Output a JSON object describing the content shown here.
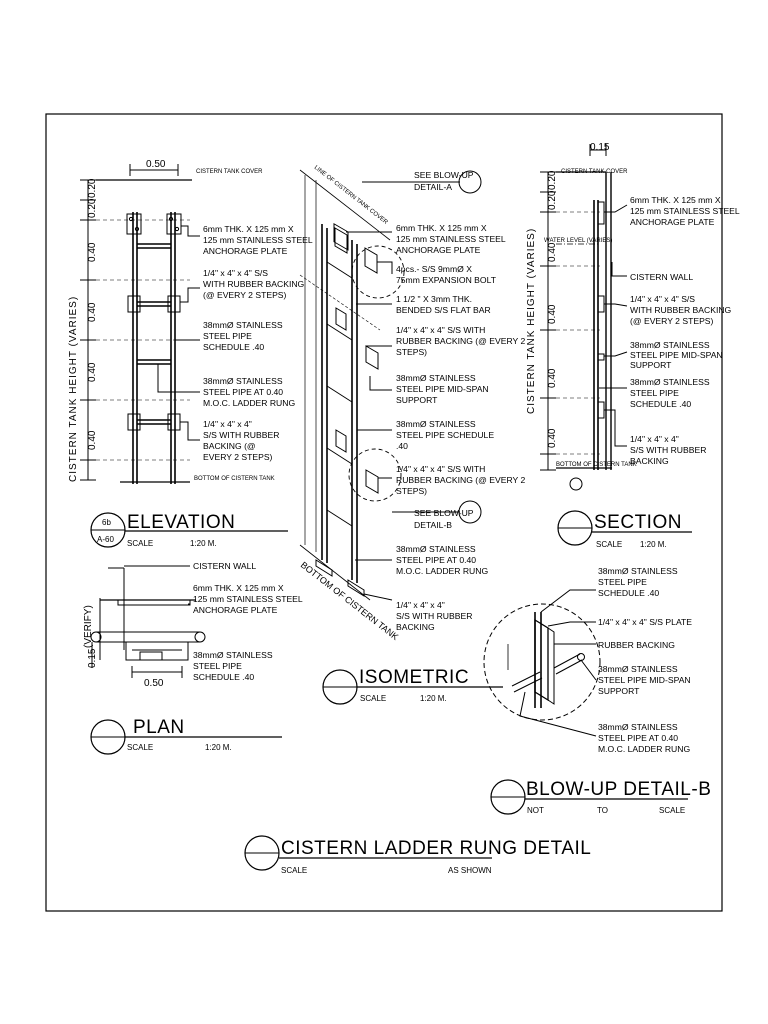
{
  "elevation": {
    "ref_top": "6b",
    "ref_bottom": "A-60",
    "title": "ELEVATION",
    "scale_label": "SCALE",
    "scale_value": "1:20 M.",
    "dim_width": "0.50",
    "height_label": "CISTERN TANK HEIGHT (VARIES)",
    "top_dims": [
      "0.20",
      "0.20"
    ],
    "step_dims": [
      "0.40",
      "0.40",
      "0.40",
      "0.40"
    ],
    "label_top": "CISTERN TANK COVER",
    "label_bottom": "BOTTOM OF CISTERN TANK",
    "notes": [
      [
        "6mm THK. X 125 mm X",
        "125 mm STAINLESS STEEL",
        "ANCHORAGE PLATE"
      ],
      [
        "1/4\" x 4\" x 4\" S/S",
        "WITH RUBBER BACKING",
        "(@ EVERY 2 STEPS)"
      ],
      [
        "38mmØ STAINLESS",
        "STEEL PIPE",
        "SCHEDULE .40"
      ],
      [
        "38mmØ STAINLESS",
        "STEEL PIPE AT 0.40",
        "M.O.C. LADDER RUNG"
      ],
      [
        "1/4\" x 4\" x 4\"",
        "S/S WITH RUBBER",
        "BACKING (@",
        "EVERY 2 STEPS)"
      ]
    ]
  },
  "plan": {
    "title": "PLAN",
    "scale_label": "SCALE",
    "scale_value": "1:20 M.",
    "dim_width": "0.50",
    "dim_depth": "0.15",
    "verify_label": "(VERIFY)",
    "notes": [
      [
        "CISTERN WALL"
      ],
      [
        "6mm THK. X 125 mm X",
        "125 mm STAINLESS STEEL",
        "ANCHORAGE PLATE"
      ],
      [
        "38mmØ STAINLESS",
        "STEEL PIPE",
        "SCHEDULE .40"
      ]
    ]
  },
  "isometric": {
    "title": "ISOMETRIC",
    "scale_label": "SCALE",
    "scale_value": "1:20 M.",
    "label_top": "LINE OF CISTERN TANK COVER",
    "label_bottom": "BOTTOM OF CISTERN TANK",
    "notes": [
      [
        "SEE BLOW-UP",
        "DETAIL-A"
      ],
      [
        "6mm THK. X 125 mm X",
        "125 mm STAINLESS STEEL",
        "ANCHORAGE PLATE"
      ],
      [
        "4pcs.- S/S 9mmØ X",
        "75mm EXPANSION BOLT"
      ],
      [
        "1 1/2 \" X 3mm THK.",
        "BENDED S/S FLAT BAR"
      ],
      [
        "1/4\" x 4\" x 4\" S/S WITH",
        "RUBBER BACKING (@ EVERY 2",
        "STEPS)"
      ],
      [
        "38mmØ STAINLESS",
        "STEEL PIPE MID-SPAN",
        "SUPPORT"
      ],
      [
        "38mmØ STAINLESS",
        "STEEL PIPE SCHEDULE",
        ".40"
      ],
      [
        "1/4\" x 4\" x 4\" S/S WITH",
        "RUBBER BACKING (@ EVERY 2",
        "STEPS)"
      ],
      [
        "SEE BLOW-UP",
        "DETAIL-B"
      ],
      [
        "38mmØ STAINLESS",
        "STEEL PIPE AT 0.40",
        "M.O.C. LADDER RUNG"
      ],
      [
        "1/4\" x 4\" x 4\"",
        "S/S WITH RUBBER",
        "BACKING"
      ]
    ]
  },
  "section": {
    "title": "SECTION",
    "scale_label": "SCALE",
    "scale_value": "1:20 M.",
    "dim_offset": "0.15",
    "height_label": "CISTERN TANK HEIGHT (VARIES)",
    "top_dims": [
      "0.20",
      "0.20"
    ],
    "step_dims": [
      "0.40",
      "0.40",
      "0.40",
      "0.40"
    ],
    "label_top": "CISTERN TANK COVER",
    "label_water": "WATER LEVEL (VARIES)",
    "label_bottom": "BOTTOM OF CISTERN TANK",
    "notes": [
      [
        "6mm THK. X 125 mm X",
        "125 mm STAINLESS STEEL",
        "ANCHORAGE PLATE"
      ],
      [
        "CISTERN WALL"
      ],
      [
        "1/4\" x 4\" x 4\" S/S",
        "WITH RUBBER BACKING",
        "(@ EVERY 2 STEPS)"
      ],
      [
        "38mmØ STAINLESS",
        "STEEL PIPE MID-SPAN",
        "SUPPORT"
      ],
      [
        "38mmØ STAINLESS",
        "STEEL PIPE",
        "SCHEDULE .40"
      ],
      [
        "1/4\" x 4\" x 4\"",
        "S/S WITH RUBBER",
        "BACKING"
      ]
    ]
  },
  "blowup_b": {
    "title": "BLOW-UP DETAIL-B",
    "scale_label": "NOT",
    "scale_mid": "TO",
    "scale_value": "SCALE",
    "notes": [
      [
        "38mmØ STAINLESS",
        "STEEL PIPE",
        "SCHEDULE .40"
      ],
      [
        "1/4\" x 4\" x 4\" S/S PLATE"
      ],
      [
        "RUBBER BACKING"
      ],
      [
        "38mmØ STAINLESS",
        "STEEL PIPE MID-SPAN",
        "SUPPORT"
      ],
      [
        "38mmØ STAINLESS",
        "STEEL PIPE AT 0.40",
        "M.O.C. LADDER RUNG"
      ]
    ]
  },
  "sheet": {
    "title": "CISTERN LADDER RUNG DETAIL",
    "scale_label": "SCALE",
    "scale_value": "AS SHOWN"
  }
}
